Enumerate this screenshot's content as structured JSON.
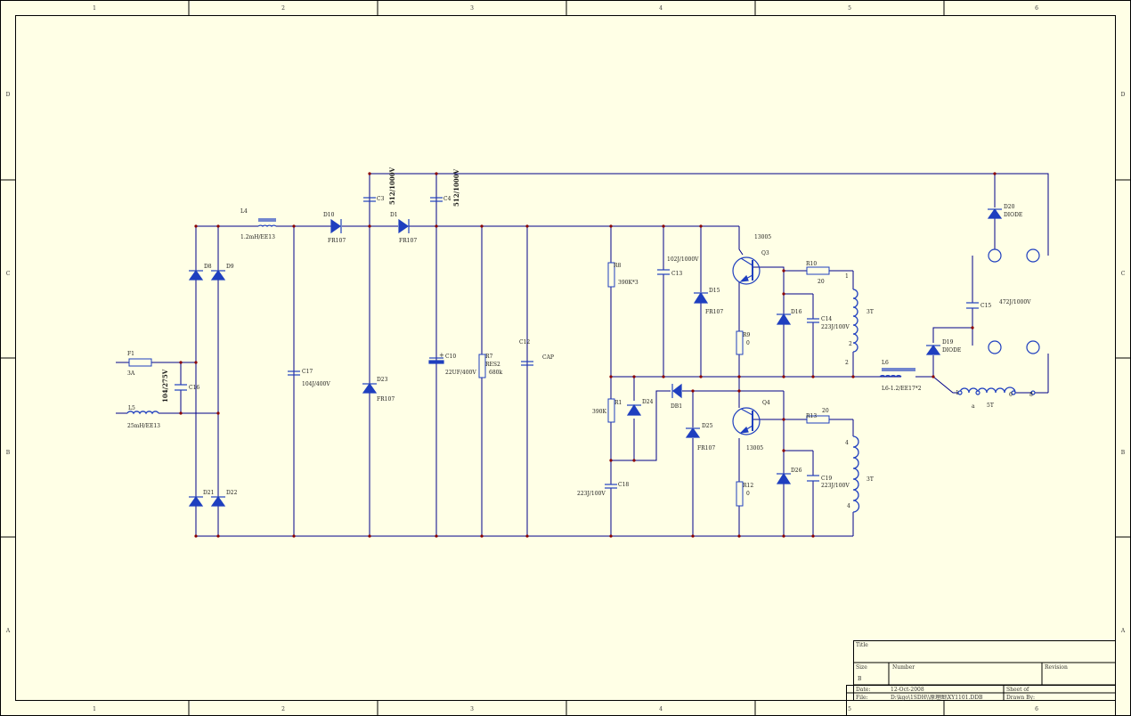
{
  "border": {
    "col_labels": [
      "1",
      "2",
      "3",
      "4",
      "5",
      "6"
    ],
    "row_labels": [
      "D",
      "C",
      "B",
      "A"
    ]
  },
  "colors": {
    "wire": "#00008b",
    "junction": "#8b0000",
    "part": "#1f3fbf",
    "text": "#1a1a1a",
    "paper": "#ffffe6",
    "frame": "#000000"
  },
  "components": {
    "F1": {
      "ref": "F1",
      "value": "3A"
    },
    "L5": {
      "ref": "L5",
      "value": "25mH/EE13"
    },
    "C16": {
      "ref": "C16",
      "value": "104/275V"
    },
    "L4": {
      "ref": "L4",
      "value": "1.2mH/EE13"
    },
    "D8": {
      "ref": "D8"
    },
    "D9": {
      "ref": "D9"
    },
    "D21": {
      "ref": "D21"
    },
    "D22": {
      "ref": "D22"
    },
    "C17": {
      "ref": "C17",
      "value": "104J/400V"
    },
    "D10": {
      "ref": "D10",
      "value": "FR107"
    },
    "C3": {
      "ref": "C3",
      "value": "512/1000V"
    },
    "D23": {
      "ref": "D23",
      "value": "FR107"
    },
    "D1": {
      "ref": "D1",
      "value": "FR107"
    },
    "C4": {
      "ref": "C4",
      "value": "512/1000V"
    },
    "C10": {
      "ref": "C10",
      "value": "22UF/400V"
    },
    "R7": {
      "ref": "R7",
      "type": "RES2",
      "value": "680k"
    },
    "C12": {
      "ref": "C12",
      "value": "CAP"
    },
    "R8": {
      "ref": "R8",
      "value": "390K*3"
    },
    "C13": {
      "ref": "C13",
      "value": "102J/1000V"
    },
    "D15": {
      "ref": "D15",
      "value": "FR107"
    },
    "Q3": {
      "ref": "Q3",
      "value": "13005"
    },
    "R10": {
      "ref": "R10",
      "value": "20"
    },
    "D16": {
      "ref": "D16"
    },
    "C14": {
      "ref": "C14",
      "value": "223J/100V"
    },
    "T1a": {
      "pin_top": "1",
      "pin_mid": "2",
      "pin_bot": "2",
      "turns": "3T"
    },
    "R9": {
      "ref": "R9",
      "value": "0"
    },
    "R1": {
      "ref": "R1",
      "value": "390K"
    },
    "D24": {
      "ref": "D24"
    },
    "DB1": {
      "ref": "DB1"
    },
    "D25": {
      "ref": "D25",
      "value": "FR107"
    },
    "Q4": {
      "ref": "Q4",
      "value": "13005"
    },
    "R13": {
      "ref": "R13",
      "value": "20"
    },
    "D26": {
      "ref": "D26"
    },
    "C19": {
      "ref": "C19",
      "value": "223J/100V"
    },
    "T1b": {
      "pin_top": "4",
      "pin_bot": "4",
      "turns": "3T"
    },
    "R12": {
      "ref": "R12",
      "value": "0"
    },
    "C18": {
      "ref": "C18",
      "value": "223J/100V"
    },
    "L6": {
      "ref": "L6",
      "value": "L6-1.2/EE17*2"
    },
    "D20": {
      "ref": "D20",
      "value": "DIODE"
    },
    "C15": {
      "ref": "C15",
      "value": "472J/1000V"
    },
    "D19": {
      "ref": "D19",
      "value": "DIODE"
    },
    "T1c": {
      "pin1": "1",
      "pin2": "6",
      "pin3": "8",
      "turns": "5T",
      "pin_a": "a"
    }
  },
  "title_block": {
    "title_label": "Title",
    "size_label": "Size",
    "size_value": "B",
    "number_label": "Number",
    "revision_label": "Revision",
    "date_label": "Date:",
    "date_value": "12-Oct-2008",
    "sheet_label": "Sheet    of",
    "file_label": "File:",
    "file_value": "D:\\kgo\\1SDH\\\\原理图\\XY1101.DDB",
    "drawn_label": "Drawn By:"
  }
}
